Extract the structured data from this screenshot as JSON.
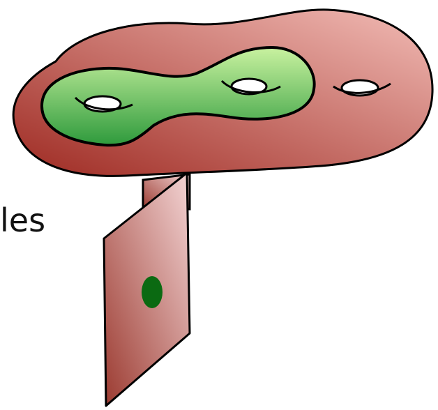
{
  "text_fragment": "les",
  "colors": {
    "surface_dark": "#9e2a22",
    "surface_light": "#f2bcb6",
    "region_light": "#c9f2a0",
    "region_dark": "#2e9a3c",
    "hole_fill": "#ffffff",
    "point_fill": "#0b6a12",
    "sheet_light": "#f3d4d4",
    "sheet_dark": "#9b3a30",
    "outline": "#000000"
  },
  "icons": {
    "surface": "genus-three-surface-shape",
    "region": "green-subsurface-shape",
    "sheet": "tangent-plane-shape",
    "point": "marked-point-dot"
  }
}
